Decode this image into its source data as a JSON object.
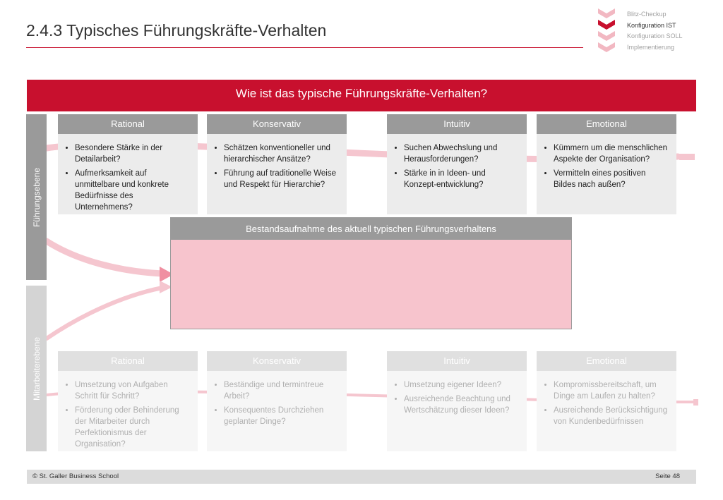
{
  "title": "2.4.3 Typisches Führungskräfte-Verhalten",
  "nav": {
    "items": [
      {
        "label": "Blitz-Checkup",
        "active": false
      },
      {
        "label": "Konfiguration IST",
        "active": true
      },
      {
        "label": "Konfiguration SOLL",
        "active": false
      },
      {
        "label": "Implementierung",
        "active": false
      }
    ]
  },
  "question": "Wie ist das typische Führungskräfte-Verhalten?",
  "levels": {
    "top": "Führungsebene",
    "bottom": "Mitarbeiterebene"
  },
  "leadership_cards": [
    {
      "header": "Rational",
      "bullets": [
        "Besondere Stärke in der Detailarbeit?",
        "Aufmerksamkeit auf unmittelbare und konkrete Bedürfnisse des Unternehmens?"
      ]
    },
    {
      "header": "Konservativ",
      "bullets": [
        "Schätzen konventioneller und hierarchischer Ansätze?",
        "Führung auf traditionelle Weise und Respekt für Hierarchie?"
      ]
    },
    {
      "header": "Intuitiv",
      "bullets": [
        "Suchen Abwechslung und Herausforderungen?",
        "Stärke in in Ideen- und Konzept-entwicklung?"
      ]
    },
    {
      "header": "Emotional",
      "bullets": [
        "Kümmern um die menschlichen Aspekte der Organisation?",
        "Vermitteln eines positiven Bildes nach außen?"
      ]
    }
  ],
  "inventory_header": "Bestandsaufnahme des aktuell typischen Führungsverhaltens",
  "employee_cards": [
    {
      "header": "Rational",
      "bullets": [
        "Umsetzung von Aufgaben Schritt für Schritt?",
        "Förderung oder Behinderung der Mitarbeiter durch Perfektionismus der Organisation?"
      ]
    },
    {
      "header": "Konservativ",
      "bullets": [
        "Beständige und termintreue Arbeit?",
        "Konsequentes Durchziehen geplanter Dinge?"
      ]
    },
    {
      "header": "Intuitiv",
      "bullets": [
        "Umsetzung eigener Ideen?",
        "Ausreichende Beachtung und Wertschätzung dieser Ideen?"
      ]
    },
    {
      "header": "Emotional",
      "bullets": [
        "Kompromissbereitschaft, um Dinge am Laufen zu halten?",
        "Ausreichende Berücksichtigung von Kundenbedürfnissen"
      ]
    }
  ],
  "footer": {
    "copyright": "© St. Galler Business School",
    "page": "Seite 48"
  },
  "colors": {
    "accent": "#c8102e",
    "header_gray": "#9a9a9a",
    "card_bg": "#ececec",
    "inventory_bg": "#f7c4cd",
    "arrow": "#f5c6cf"
  }
}
